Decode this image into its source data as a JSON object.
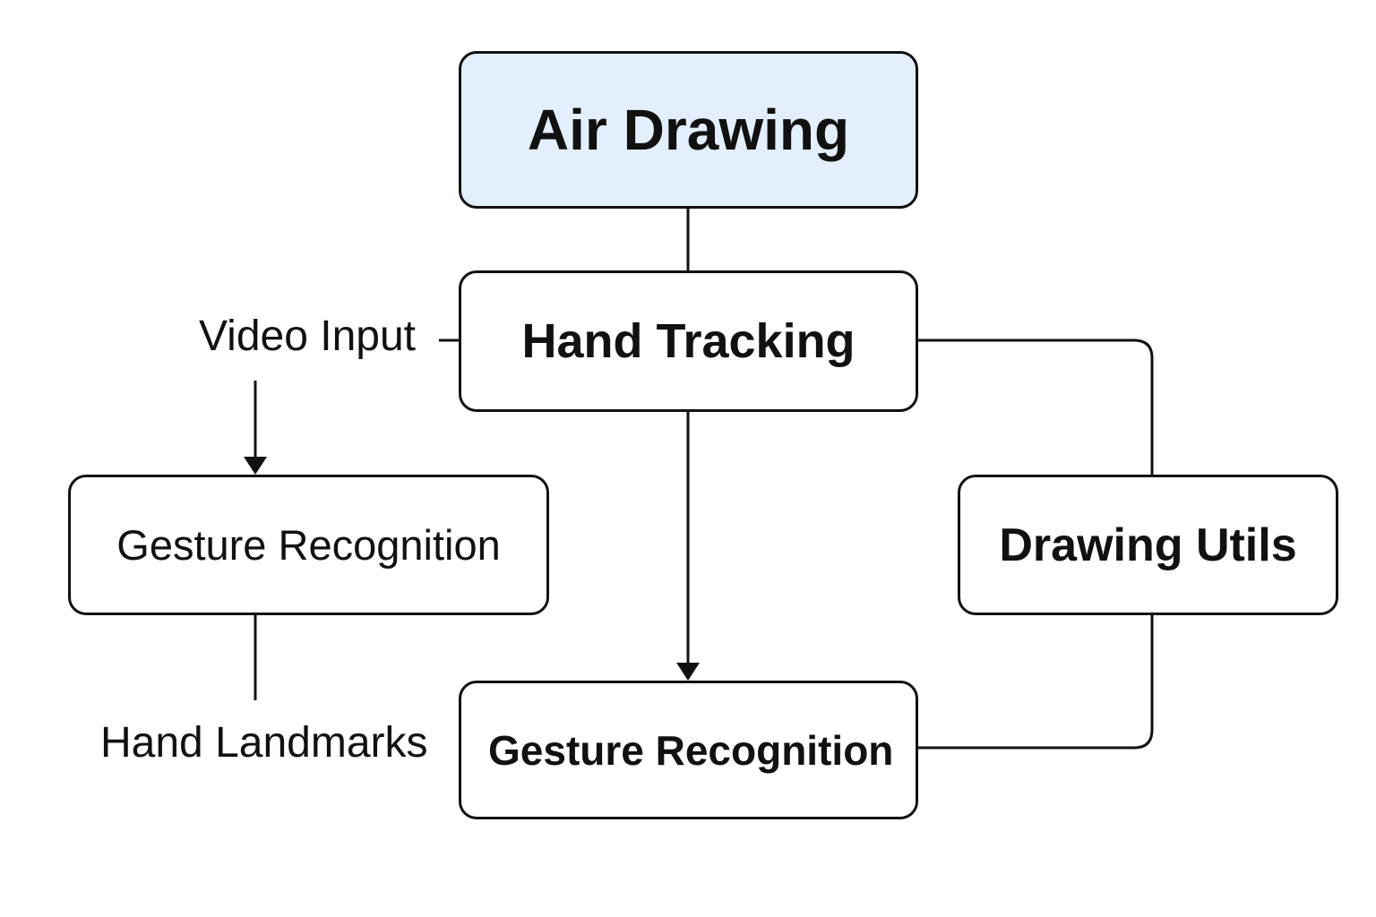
{
  "diagram": {
    "accent_color": "#e3effd",
    "line_color": "#111111",
    "nodes": {
      "air_drawing": "Air Drawing",
      "hand_tracking": "Hand Tracking",
      "gesture_recognition_left": "Gesture Recognition",
      "drawing_utils": "Drawing Utils",
      "gesture_recognition_bottom": "Gesture Recognition"
    },
    "labels": {
      "video_input": "Video Input",
      "hand_landmarks": "Hand Landmarks"
    }
  }
}
